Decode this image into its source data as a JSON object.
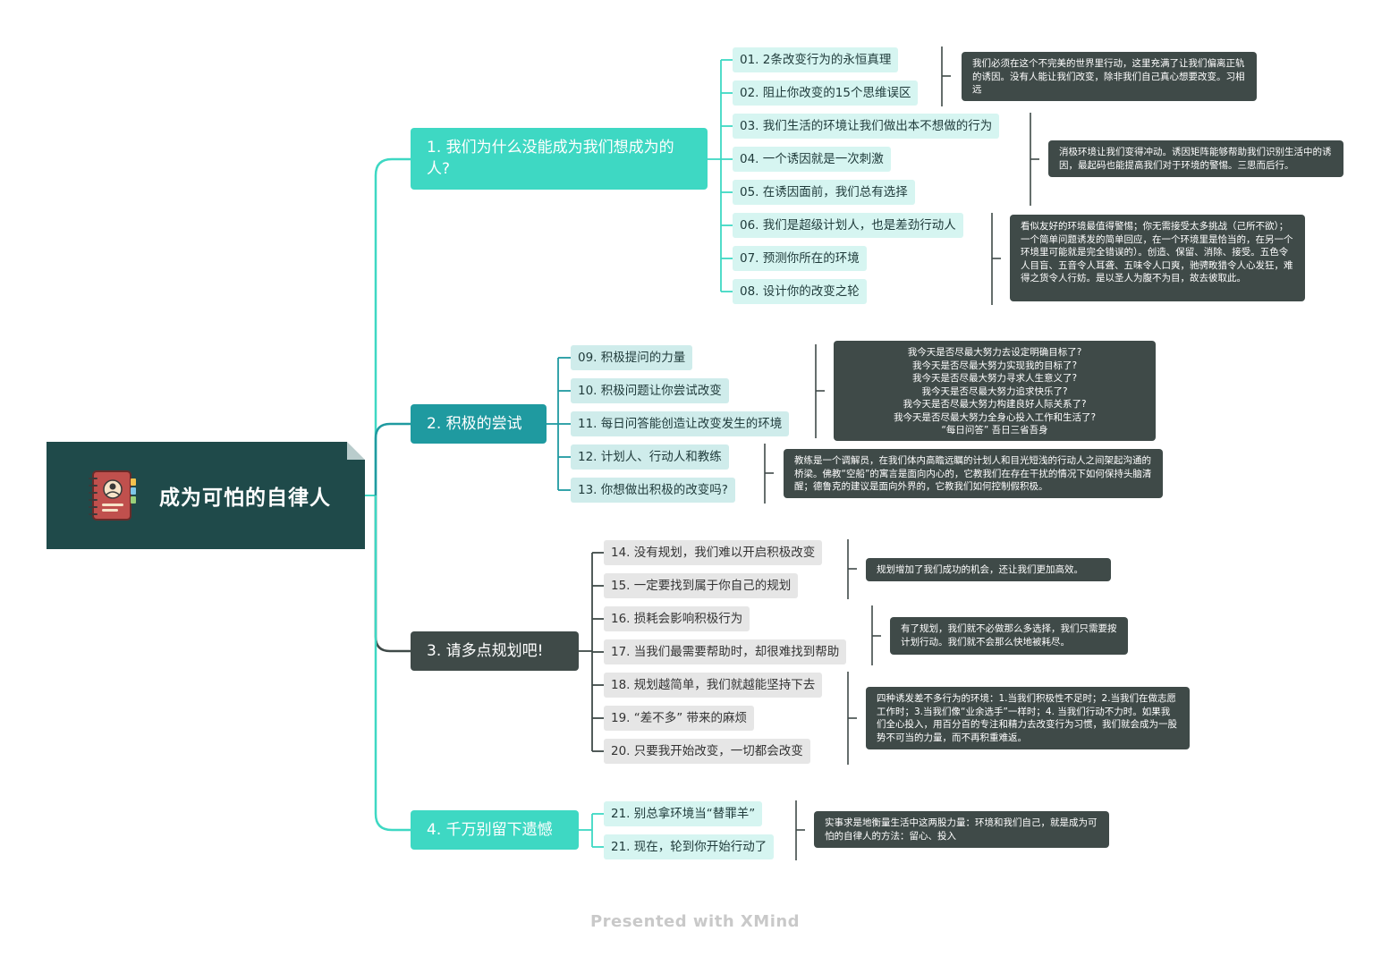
{
  "root": {
    "title": "成为可怕的自律人",
    "icon": "notebook-avatar-icon"
  },
  "colors": {
    "root_bg": "#1f4a4a",
    "branch1": "#3ed8c3",
    "branch2": "#1f9aa0",
    "branch3": "#3f4a48",
    "branch4": "#3ed8c3",
    "note_bg": "#3f4a48"
  },
  "branches": [
    {
      "title": "1. 我们为什么没能成为我们想成为的人?",
      "items": [
        "01. 2条改变行为的永恒真理",
        "02. 阻止你改变的15个思维误区",
        "03. 我们生活的环境让我们做出本不想做的行为",
        "04. 一个诱因就是一次刺激",
        "05. 在诱因面前，我们总有选择",
        "06. 我们是超级计划人，也是差劲行动人",
        "07. 预测你所在的环境",
        "08. 设计你的改变之轮"
      ],
      "notes": [
        "我们必须在这个不完美的世界里行动，这里充满了让我们偏离正轨的诱因。没有人能让我们改变，除非我们自己真心想要改变。习相远",
        "消极环境让我们变得冲动。诱因矩阵能够帮助我们识别生活中的诱因，最起码也能提高我们对于环境的警惕。三思而后行。",
        "看似友好的环境最值得警惕；你无需接受太多挑战（己所不欲）；一个简单问题诱发的简单回应，在一个环境里是恰当的，在另一个环境里可能就是完全错误的）。创造、保留、消除、接受。五色令人目盲、五音令人耳聋、五味令人口爽，驰骋畋猎令人心发狂，难得之货令人行妨。是以圣人为腹不为目，故去彼取此。"
      ]
    },
    {
      "title": "2. 积极的尝试",
      "items": [
        "09. 积极提问的力量",
        "10. 积极问题让你尝试改变",
        "11. 每日问答能创造让改变发生的环境",
        "12. 计划人、行动人和教练",
        "13. 你想做出积极的改变吗?"
      ],
      "notes": [
        [
          "我今天是否尽最大努力去设定明确目标了?",
          "我今天是否尽最大努力实现我的目标了?",
          "我今天是否尽最大努力寻求人生意义了?",
          "我今天是否尽最大努力追求快乐了?",
          "我今天是否尽最大努力构建良好人际关系了?",
          "我今天是否尽最大努力全身心投入工作和生活了?",
          "“每日问答” 吾日三省吾身"
        ],
        "教练是一个调解员，在我们体内高瞻远瞩的计划人和目光短浅的行动人之间架起沟通的桥梁。佛教“空船”的寓言是面向内心的，它教我们在存在干扰的情况下如何保持头脑清醒；德鲁克的建议是面向外界的，它教我们如何控制假积极。"
      ]
    },
    {
      "title": "3. 请多点规划吧!",
      "items": [
        "14. 没有规划，我们难以开启积极改变",
        "15. 一定要找到属于你自己的规划",
        "16. 损耗会影响积极行为",
        "17. 当我们最需要帮助时，却很难找到帮助",
        "18. 规划越简单，我们就越能坚持下去",
        "19. “差不多” 带来的麻烦",
        "20. 只要我开始改变，一切都会改变"
      ],
      "notes": [
        "规划增加了我们成功的机会，还让我们更加高效。",
        "有了规划，我们就不必做那么多选择，我们只需要按计划行动。我们就不会那么快地被耗尽。",
        "四种诱发差不多行为的环境：1.当我们积极性不足时；2.当我们在做志愿工作时；3.当我们像“业余选手”一样时；4. 当我们行动不力时。如果我们全心投入，用百分百的专注和精力去改变行为习惯，我们就会成为一股势不可当的力量，而不再积重难返。"
      ]
    },
    {
      "title": "4. 千万别留下遗憾",
      "items": [
        "21. 别总拿环境当“替罪羊”",
        "21. 现在，轮到你开始行动了"
      ],
      "notes": [
        "实事求是地衡量生活中这两股力量：环境和我们自己，就是成为可怕的自律人的方法：留心、投入"
      ]
    }
  ],
  "footer": "Presented with XMind"
}
